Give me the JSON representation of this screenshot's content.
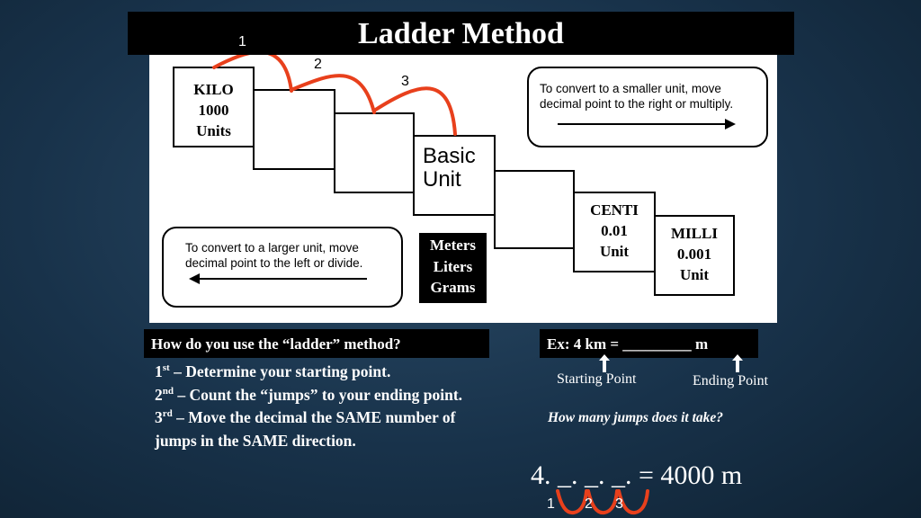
{
  "title": "Ladder Method",
  "ladder": {
    "kilo": [
      "KILO",
      "1000",
      "Units"
    ],
    "basic": [
      "Basic",
      "Unit"
    ],
    "basic_units": [
      "Meters",
      "Liters",
      "Grams"
    ],
    "centi": [
      "CENTI",
      "0.01",
      "Unit"
    ],
    "milli": [
      "MILLI",
      "0.001",
      "Unit"
    ],
    "jumps": [
      "1",
      "2",
      "3"
    ],
    "smaller_rule": [
      "To convert to a smaller unit, move",
      "decimal  point to the right or multiply."
    ],
    "larger_rule": [
      "To convert to a larger unit, move",
      "decimal  point to the left or divide."
    ],
    "arc_color": "#e8401c"
  },
  "question": "How do you use the “ladder” method?",
  "steps": [
    {
      "num": "1",
      "sup": "st",
      "text": " – Determine your starting point."
    },
    {
      "num": "2",
      "sup": "nd",
      "text": " – Count the “jumps” to your ending point."
    },
    {
      "num": "3",
      "sup": "rd",
      "text": " – Move the decimal the SAME number of jumps in the SAME direction."
    }
  ],
  "example": {
    "text": "Ex: 4 km = _________ m",
    "starting": "Starting Point",
    "ending": "Ending Point",
    "question": "How many jumps does it take?",
    "answer": "4. _. _. _.  = 4000 m",
    "jumps": [
      "1",
      "2",
      "3"
    ]
  }
}
